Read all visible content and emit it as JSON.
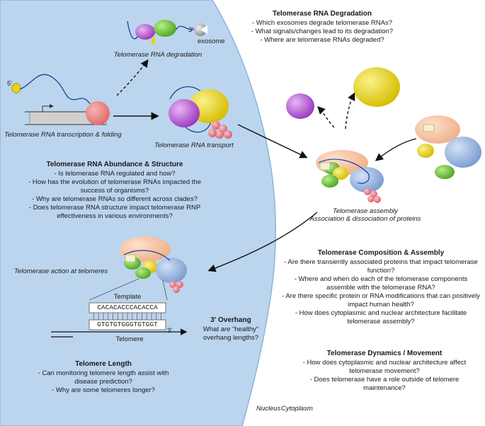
{
  "regions": {
    "nucleus": "Nucleus",
    "cytoplasm": "Cytoplasm"
  },
  "labels": {
    "five_prime": "5'",
    "three_prime_small": "3'",
    "exosome": "exosome",
    "degradation": "Telomerase RNA degradation",
    "transcription": "Telomerase RNA transcription & folding",
    "transport": "Telomerase RNA transport",
    "assembly_line1": "Telomerase assembly",
    "assembly_line2": "Association & dissociation of proteins",
    "action": "Telomerase action at telomeres",
    "template": "Template",
    "template_seq": "CACACACCCACACCA",
    "telomere_seq": "GTGTGTGGGTGTGGT",
    "three_prime": "3'",
    "telomere": "Telomere"
  },
  "blocks": {
    "rna_degradation": {
      "heading": "Telomerase RNA Degradation",
      "items": [
        "Which exosomes degrade telomerase RNAs?",
        "What signals/changes lead to its degradation?",
        "Where are telomerase RNAs degraded?"
      ]
    },
    "abundance": {
      "heading": "Telomerase RNA Abundance & Structure",
      "items": [
        "Is telomerase RNA regulated and how?",
        "How has the evolution of telomerase RNAs impacted the success of organisms?",
        "Why are telomerase RNAs so different across clades?",
        "Does telomerase RNA structure impact telomerase RNP effectiveness in various environments?"
      ]
    },
    "composition": {
      "heading": "Telomerase Composition & Assembly",
      "items": [
        "Are there transiently associated proteins that impact telomerase function?",
        "Where and when do each of the telomerase components assemble with the telomerase RNA?",
        "Are there specific protein or RNA modifications that can positively impact human health?",
        "How does cytoplasmic and nuclear architecture facilitate telomerase assembly?"
      ]
    },
    "overhang": {
      "heading": "3' Overhang",
      "items": [
        "What are “healthy” overhang lengths?"
      ]
    },
    "dynamics": {
      "heading": "Telomerase Dynamics / Movement",
      "items": [
        "How does cytoplasmic and nuclear architecture affect telomerase movement?",
        "Does telomerase have a role outside of telomere maintenance?"
      ]
    },
    "length": {
      "heading": "Telomere Length",
      "items": [
        "Can monitoring telomere length assist with disease prediction?",
        "Why are some telomeres longer?"
      ]
    }
  },
  "colors": {
    "nucleus_fill": "#bcd5ee",
    "nucleus_edge": "#8fb3da",
    "protein_purple": "#b34fcf",
    "protein_green": "#6cc43a",
    "protein_yellow": "#e8d21a",
    "protein_peach": "#f2c3a0",
    "protein_blue": "#8eaedc",
    "protein_pink": "#e87c8a",
    "rna_line": "#1b3f9c"
  }
}
